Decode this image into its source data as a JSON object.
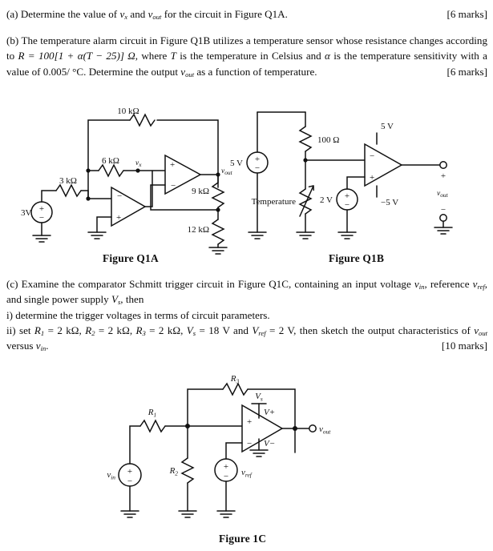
{
  "document": {
    "background": "#ffffff",
    "ink": "#0d0d0d"
  },
  "questions": {
    "a": {
      "label": "(a)",
      "text_1": "Determine the value of",
      "v_x": "v",
      "v_x_sub": "x",
      "text_2": "and",
      "v_out": "v",
      "v_out_sub": "out",
      "text_3": "for the circuit in Figure Q1A.",
      "marks": "[6 marks]"
    },
    "b": {
      "label": "(b)",
      "text_1": "The temperature alarm circuit in Figure Q1B utilizes a temperature sensor whose resistance changes according to",
      "equation": "R = 100[1 + α(T − 25)] Ω",
      "text_2": ", where",
      "T": "T",
      "text_3": "is the temperature in Celsius and",
      "alpha": "α",
      "text_4": "is the temperature sensitivity with a value of 0.005/ °C. Determine the output",
      "v_out": "v",
      "v_out_sub": "out",
      "text_5": "as a function of temperature.",
      "marks": "[6 marks]"
    },
    "c": {
      "label": "(c)",
      "text_1": "Examine the comparator Schmitt trigger circuit in Figure Q1C, containing an input voltage",
      "v_in": "v",
      "v_in_sub": "in",
      "text_2": ", reference",
      "v_ref": "v",
      "v_ref_sub": "ref",
      "text_3": ", and single power supply",
      "V_s": "V",
      "V_s_sub": "s",
      "text_4": ", then",
      "item_i": "i) determine the trigger voltages in terms of circuit parameters.",
      "item_ii_prefix": "ii) set",
      "item_ii_r1": "R",
      "item_ii_r1_sub": "1",
      "item_ii_r1_val": "= 2 kΩ,",
      "item_ii_r2": "R",
      "item_ii_r2_sub": "2",
      "item_ii_r2_val": "= 2 kΩ,",
      "item_ii_r3": "R",
      "item_ii_r3_sub": "3",
      "item_ii_r3_val": "= 2 kΩ,",
      "item_ii_vs": "V",
      "item_ii_vs_sub": "s",
      "item_ii_vs_val": "= 18 V and",
      "item_ii_vref": "V",
      "item_ii_vref_sub": "ref",
      "item_ii_vref_val": "= 2 V",
      "item_ii_tail": ", then sketch the output characteristics of",
      "item_ii_vout": "v",
      "item_ii_vout_sub": "out",
      "item_ii_versus": "versus",
      "item_ii_vin": "v",
      "item_ii_vin_sub": "in",
      "item_ii_end": ".",
      "marks": "[10 marks]"
    }
  },
  "figures": {
    "q1a": {
      "caption": "Figure Q1A",
      "components": {
        "source": "3V",
        "r_input": "3 kΩ",
        "r_feedback1": "6 kΩ",
        "r_feedback2": "10 kΩ",
        "r_divider_top": "9 kΩ",
        "r_divider_bottom": "12 kΩ",
        "node_vx": "v",
        "node_vx_sub": "x",
        "node_vout": "v",
        "node_vout_sub": "out",
        "opamp1_minus": "−",
        "opamp1_plus": "+",
        "opamp2_plus": "+",
        "opamp2_minus": "−"
      }
    },
    "q1b": {
      "caption": "Figure Q1B",
      "components": {
        "supply": "5 V",
        "r_fixed": "100 Ω",
        "sensor_label": "Temperature",
        "ref_source": "2 V",
        "rail_pos": "5 V",
        "rail_neg": "−5 V",
        "out_plus": "+",
        "out_minus": "−",
        "node_vout": "v",
        "node_vout_sub": "out",
        "opamp_minus": "−",
        "opamp_plus": "+"
      }
    },
    "q1c": {
      "caption": "Figure 1C",
      "components": {
        "r1": "R",
        "r1_sub": "1",
        "r2": "R",
        "r2_sub": "2",
        "r3": "R",
        "r3_sub": "3",
        "vin": "v",
        "vin_sub": "in",
        "vref": "v",
        "vref_sub": "ref",
        "vs": "V",
        "vs_sub": "s",
        "v_plus": "V+",
        "v_minus": "V−",
        "vout": "v",
        "vout_sub": "out",
        "opamp_plus": "+",
        "opamp_minus": "−"
      }
    }
  }
}
